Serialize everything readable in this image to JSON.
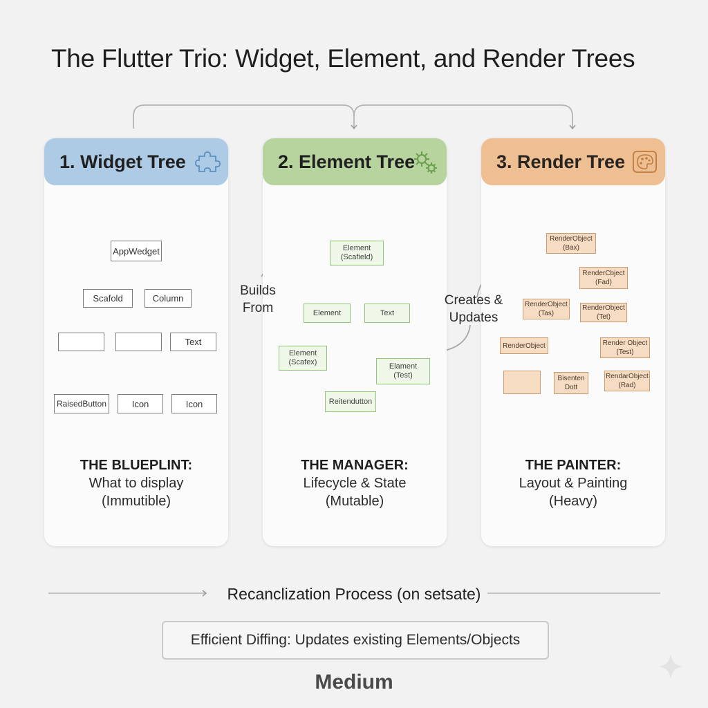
{
  "title": "The Flutter Trio: Widget, Element, and Render Trees",
  "panels": [
    {
      "header": "1. Widget Tree",
      "icon": "puzzle-icon",
      "color": "#aecbe6",
      "role_title": "THE BLUEPLINT:",
      "role_line1": "What to display",
      "role_line2": "(Immutible)",
      "nodes": [
        "AppWedget",
        "Scafold",
        "Column",
        "",
        "",
        "Text",
        "RaisedButton",
        "Icon",
        "Icon"
      ]
    },
    {
      "header": "2. Element Tree",
      "icon": "gears-icon",
      "color": "#b7d49e",
      "role_title": "THE MANAGER:",
      "role_line1": "Lifecycle & State",
      "role_line2": "(Mutable)",
      "nodes": [
        "Element\n(Scafield)",
        "Element",
        "Text",
        "Element\n(Scafex)",
        "Elament\n(Test)",
        "Reitendutton"
      ]
    },
    {
      "header": "3. Render Tree",
      "icon": "palette-icon",
      "color": "#edbf92",
      "role_title": "THE PAINTER:",
      "role_line1": "Layout & Painting",
      "role_line2": "(Heavy)",
      "nodes": [
        "RenderObject\n(Bax)",
        "RenderCbject\n(Fad)",
        "RenderObject\n(Tas)",
        "RenderObject\n(Tet)",
        "RenderObject",
        "Render Object\n(Test)",
        "",
        "Bisenten\nDott",
        "RendarObject\n(Rad)"
      ]
    }
  ],
  "flows": {
    "builds_from": "Builds\nFrom",
    "creates_updates": "Creates &\nUpdates"
  },
  "process_label": "Recanclization Process (on setsate)",
  "diff_label": "Efficient Diffing: Updates existing Elements/Objects",
  "footer": "Medium"
}
